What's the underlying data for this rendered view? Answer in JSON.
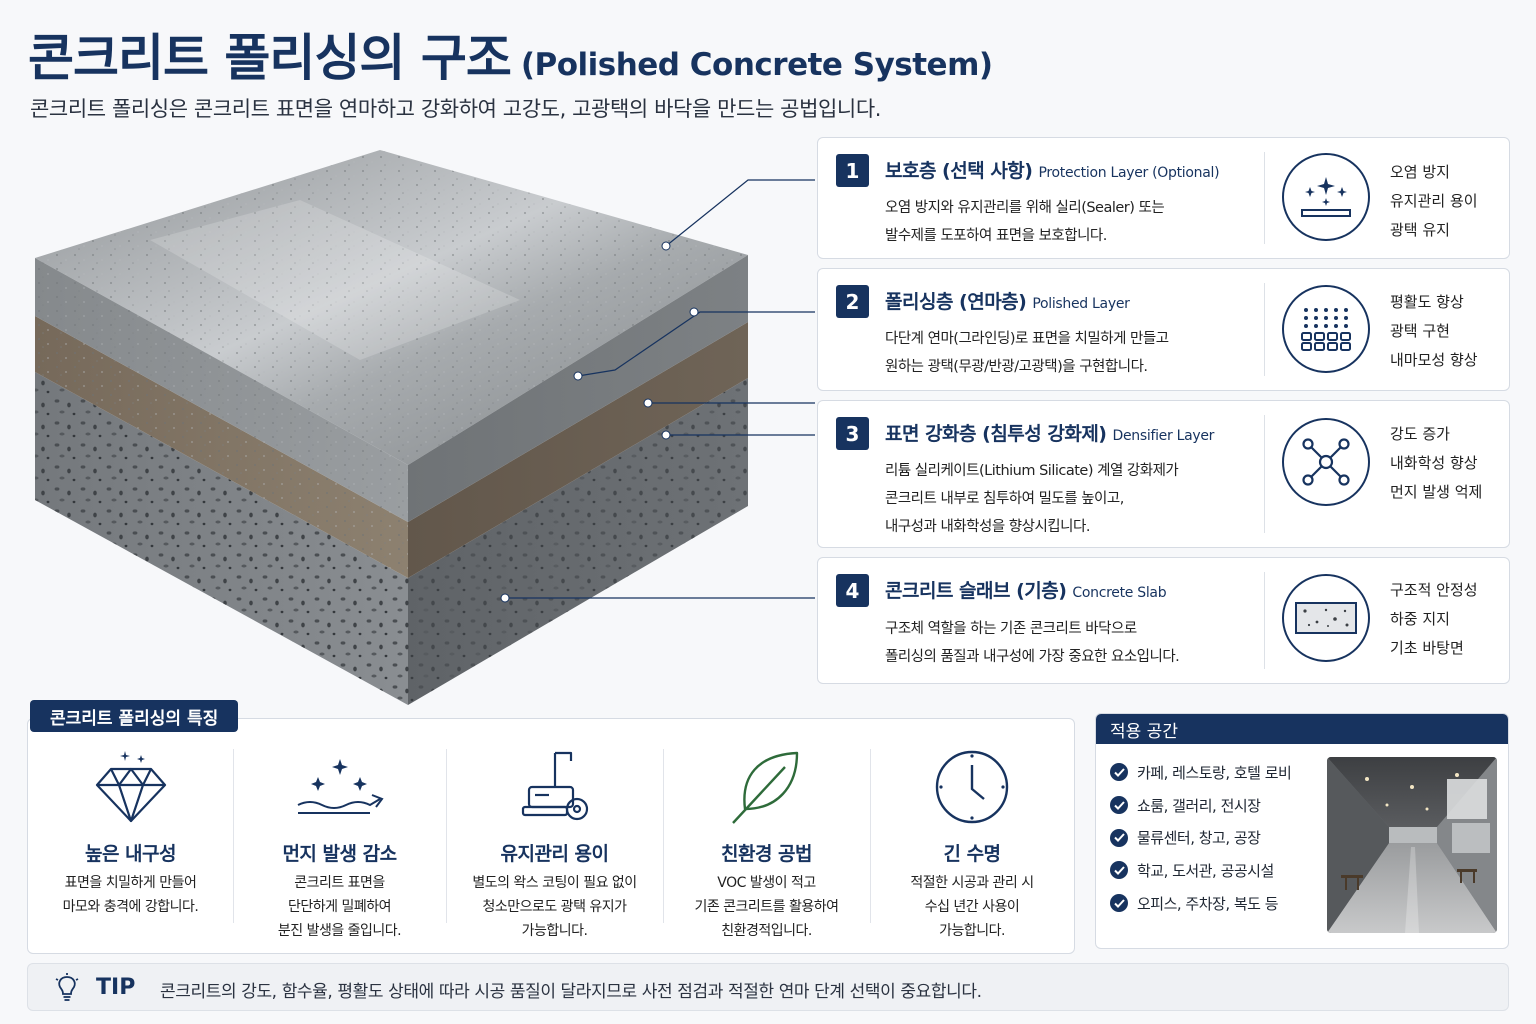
{
  "header": {
    "title": "콘크리트 폴리싱의 구조",
    "title_en": "(Polished Concrete System)",
    "subtitle": "콘크리트 폴리싱은 콘크리트 표면을 연마하고 강화하여 고강도, 고광택의 바닥을 만드는 공법입니다."
  },
  "layers": [
    {
      "num": "1",
      "title": "보호층 (선택 사항)",
      "title_en": "Protection Layer (Optional)",
      "desc": [
        "오염 방지와 유지관리를 위해 실리(Sealer) 또는",
        "발수제를 도포하여 표면을 보호합니다."
      ],
      "icon": "sparkle-surface-icon",
      "features": [
        "오염 방지",
        "유지관리 용이",
        "광택 유지"
      ]
    },
    {
      "num": "2",
      "title": "폴리싱층 (연마층)",
      "title_en": "Polished Layer",
      "desc": [
        "다단계 연마(그라인딩)로 표면을 치밀하게 만들고",
        "원하는 광택(무광/반광/고광택)을 구현합니다."
      ],
      "icon": "grinding-grid-icon",
      "features": [
        "평활도 향상",
        "광택 구현",
        "내마모성 향상"
      ]
    },
    {
      "num": "3",
      "title": "표면 강화층 (침투성 강화제)",
      "title_en": "Densifier Layer",
      "desc": [
        "리튬 실리케이트(Lithium Silicate) 계열 강화제가",
        "콘크리트 내부로 침투하여 밀도를 높이고,",
        "내구성과 내화학성을 향상시킵니다."
      ],
      "icon": "molecule-icon",
      "features": [
        "강도 증가",
        "내화학성 향상",
        "먼지 발생 억제"
      ]
    },
    {
      "num": "4",
      "title": "콘크리트 슬래브 (기층)",
      "title_en": "Concrete Slab",
      "desc": [
        "구조체 역할을 하는 기존 콘크리트 바닥으로",
        "폴리싱의 품질과 내구성에 가장 중요한 요소입니다."
      ],
      "icon": "slab-block-icon",
      "features": [
        "구조적 안정성",
        "하중 지지",
        "기초 바탕면"
      ]
    }
  ],
  "features_section": {
    "tag": "콘크리트 폴리싱의 특징",
    "items": [
      {
        "icon": "diamond-icon",
        "title": "높은 내구성",
        "desc": [
          "표면을 치밀하게 만들어",
          "마모와 충격에 강합니다."
        ]
      },
      {
        "icon": "dust-reduction-icon",
        "title": "먼지 발생 감소",
        "desc": [
          "콘크리트 표면을",
          "단단하게 밀폐하여",
          "분진 발생을 줄입니다."
        ]
      },
      {
        "icon": "floor-machine-icon",
        "title": "유지관리 용이",
        "desc": [
          "별도의 왁스 코팅이 필요 없이",
          "청소만으로도 광택 유지가",
          "가능합니다."
        ]
      },
      {
        "icon": "leaf-icon",
        "title": "친환경 공법",
        "desc": [
          "VOC 발생이 적고",
          "기존 콘크리트를 활용하여",
          "친환경적입니다."
        ]
      },
      {
        "icon": "clock-icon",
        "title": "긴 수명",
        "desc": [
          "적절한 시공과 관리 시",
          "수십 년간 사용이",
          "가능합니다."
        ]
      }
    ]
  },
  "applications": {
    "title": "적용 공간",
    "items": [
      "카페, 레스토랑, 호텔 로비",
      "쇼룸, 갤러리, 전시장",
      "물류센터, 창고, 공장",
      "학교, 도서관, 공공시설",
      "오피스, 주차장, 복도 등"
    ]
  },
  "tip": {
    "label": "TIP",
    "text": "콘크리트의 강도, 함수율, 평활도 상태에 따라 시공 품질이 달라지므로 사전 점검과 적절한 연마 단계 선택이 중요합니다."
  },
  "colors": {
    "navy": "#17335f",
    "leaf_green": "#2e6b3a"
  }
}
